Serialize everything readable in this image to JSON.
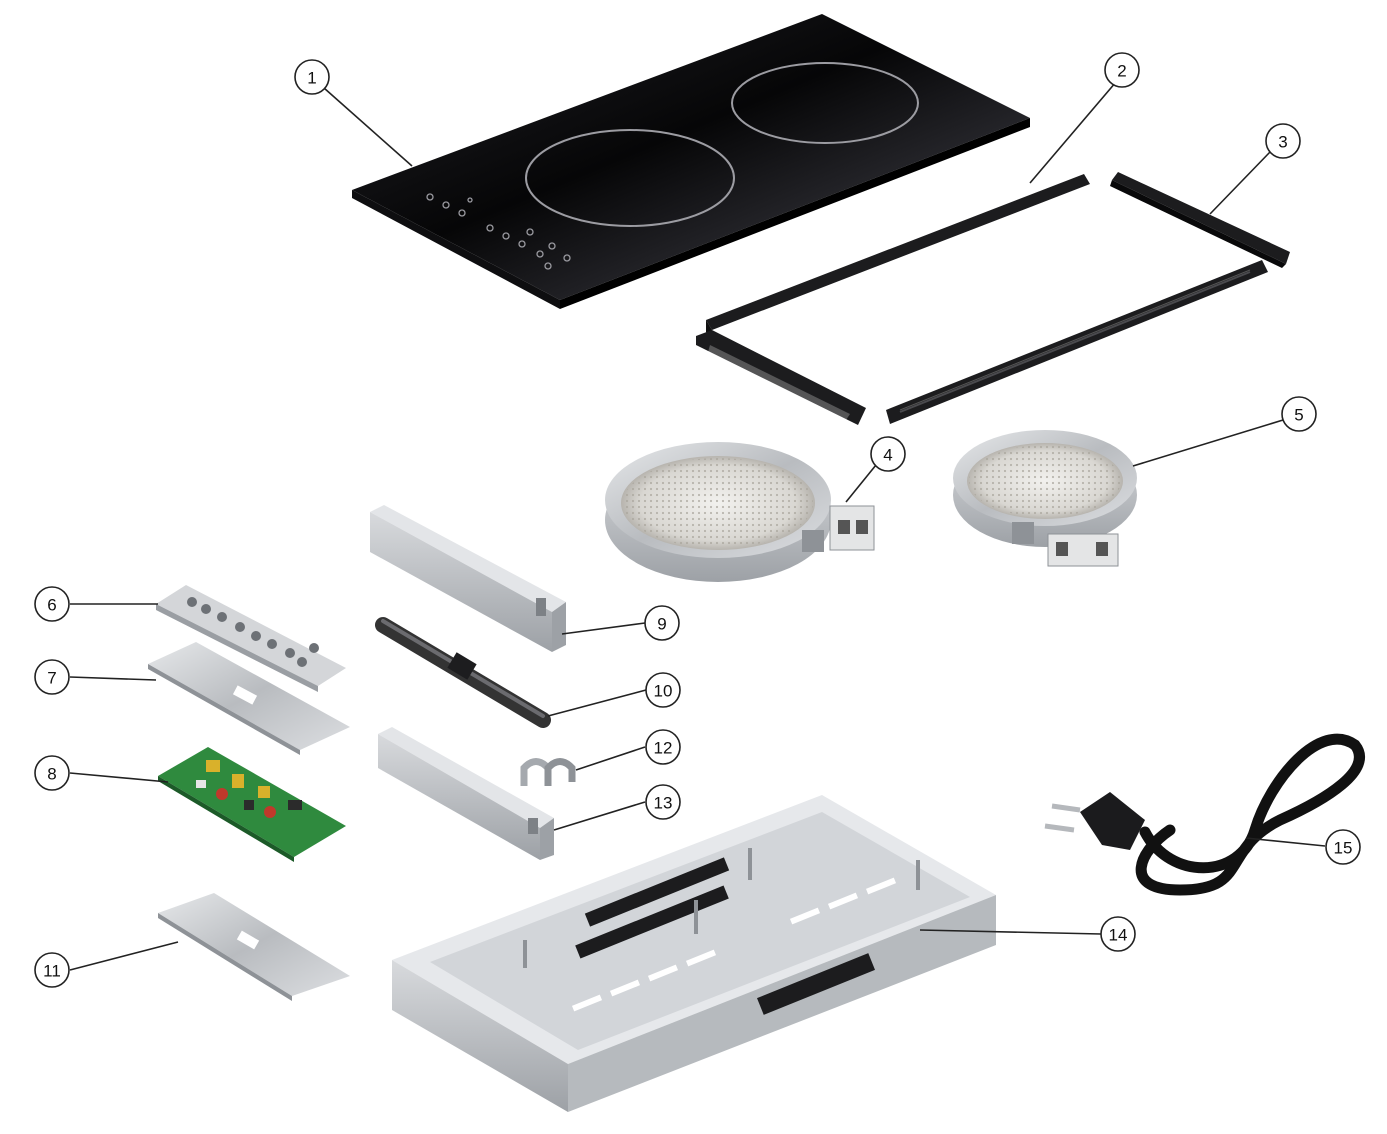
{
  "diagram": {
    "callouts": [
      {
        "id": "c1",
        "label": "1"
      },
      {
        "id": "c2",
        "label": "2"
      },
      {
        "id": "c3",
        "label": "3"
      },
      {
        "id": "c4",
        "label": "4"
      },
      {
        "id": "c5",
        "label": "5"
      },
      {
        "id": "c6",
        "label": "6"
      },
      {
        "id": "c7",
        "label": "7"
      },
      {
        "id": "c8",
        "label": "8"
      },
      {
        "id": "c9",
        "label": "9"
      },
      {
        "id": "c10",
        "label": "10"
      },
      {
        "id": "c11",
        "label": "11"
      },
      {
        "id": "c12",
        "label": "12"
      },
      {
        "id": "c13",
        "label": "13"
      },
      {
        "id": "c14",
        "label": "14"
      },
      {
        "id": "c15",
        "label": "15"
      }
    ],
    "colors": {
      "glass": "#0b0b0d",
      "frame": "#1c1c1e",
      "steel": "#c9ccd0",
      "steel_dark": "#8e9297",
      "pcb": "#2f8a3e",
      "cable": "#111111"
    }
  }
}
